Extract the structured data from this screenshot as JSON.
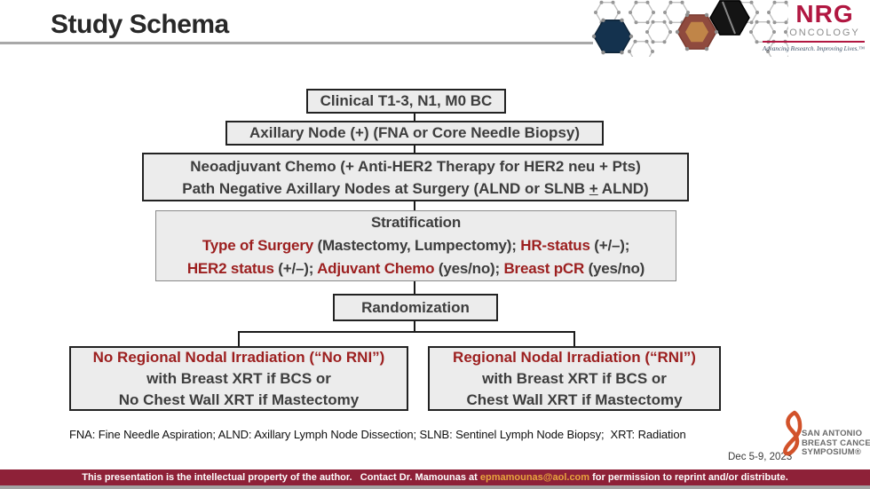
{
  "slide": {
    "title": "Study Schema",
    "footnote": "FNA: Fine Needle Aspiration; ALND: Axillary Lymph Node Dissection; SLNB: Sentinel Lymph Node Biopsy;  XRT: Radiation",
    "date": "Dec 5-9, 2023"
  },
  "branding": {
    "nrg": {
      "name": "NRG",
      "division": "ONCOLOGY",
      "tagline": "Advancing Research. Improving Lives.™"
    },
    "sabcs": {
      "lines": [
        "SAN ANTONIO",
        "BREAST CANCER",
        "SYMPOSIUM®"
      ]
    },
    "icons": {
      "molecule": "molecule-hexagon-pattern",
      "ribbon": "sabcs-ribbon-icon"
    }
  },
  "colors": {
    "accent_red": "#9c1f1f",
    "footer_bar": "#8e2138",
    "nrg_crimson": "#b11741",
    "email_link": "#e8a33d",
    "box_fill": "#ececec",
    "sabcs_orange": "#d2522a"
  },
  "flowchart": {
    "boxes": {
      "clinical": {
        "lines": [
          [
            {
              "t": "Clinical T1-3, N1, M0 BC"
            }
          ]
        ]
      },
      "axillary": {
        "lines": [
          [
            {
              "t": "Axillary Node (+) (FNA or Core Needle Biopsy)"
            }
          ]
        ]
      },
      "neoadjuvant": {
        "lines": [
          [
            {
              "t": "Neoadjuvant Chemo (+ Anti-HER2 Therapy for HER2 neu + Pts)"
            }
          ],
          [
            {
              "t": "Path Negative Axillary Nodes at Surgery (ALND or SLNB "
            },
            {
              "t": "+",
              "u": true
            },
            {
              "t": " ALND)"
            }
          ]
        ]
      },
      "stratification": {
        "lines": [
          [
            {
              "t": "Stratification"
            }
          ],
          [
            {
              "t": "Type of Surgery",
              "c": "red"
            },
            {
              "t": " (Mastectomy, Lumpectomy); "
            },
            {
              "t": "HR-status",
              "c": "red"
            },
            {
              "t": " (+/–);"
            }
          ],
          [
            {
              "t": "HER2 status",
              "c": "red"
            },
            {
              "t": " (+/–); "
            },
            {
              "t": "Adjuvant Chemo",
              "c": "red"
            },
            {
              "t": " (yes/no); "
            },
            {
              "t": "Breast pCR",
              "c": "red"
            },
            {
              "t": " (yes/no)"
            }
          ]
        ]
      },
      "randomization": {
        "lines": [
          [
            {
              "t": "Randomization"
            }
          ]
        ]
      },
      "no_rni": {
        "lines": [
          [
            {
              "t": "No Regional Nodal Irradiation (“No RNI”)",
              "c": "red"
            }
          ],
          [
            {
              "t": "with Breast XRT if BCS or"
            }
          ],
          [
            {
              "t": "No Chest Wall XRT if Mastectomy"
            }
          ]
        ]
      },
      "rni": {
        "lines": [
          [
            {
              "t": "Regional Nodal Irradiation (“RNI”)",
              "c": "red"
            }
          ],
          [
            {
              "t": "with Breast XRT if BCS or"
            }
          ],
          [
            {
              "t": "Chest Wall XRT if Mastectomy"
            }
          ]
        ]
      }
    }
  },
  "footer": {
    "text_before": "This presentation is the intellectual property of the author.   Contact Dr. Mamounas at ",
    "email": "epmamounas@aol.com",
    "text_after": " for permission to reprint and/or distribute."
  }
}
